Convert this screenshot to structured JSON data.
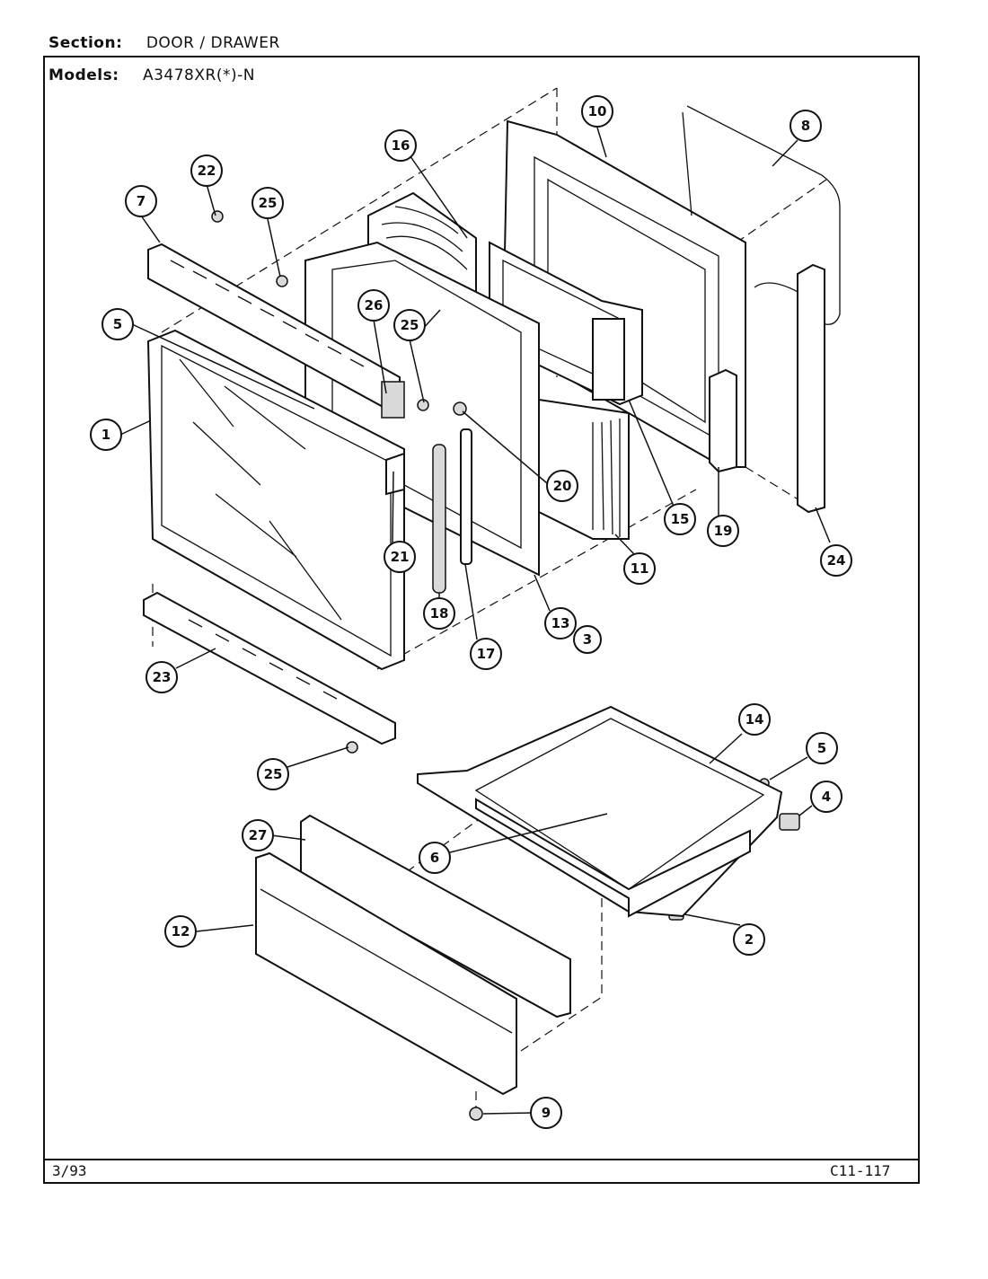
{
  "header": {
    "section_label": "Section:",
    "section_value": "DOOR / DRAWER",
    "models_label": "Models:",
    "models_value": "A3478XR(*)-N"
  },
  "footer": {
    "date": "3/93",
    "code": "C11-117"
  },
  "callouts": {
    "c1": "1",
    "c2": "2",
    "c3": "3",
    "c4": "4",
    "c5a": "5",
    "c5b": "5",
    "c6": "6",
    "c7": "7",
    "c8": "8",
    "c9": "9",
    "c10": "10",
    "c11": "11",
    "c12": "12",
    "c13": "13",
    "c14": "14",
    "c15": "15",
    "c16": "16",
    "c17": "17",
    "c18": "18",
    "c19": "19",
    "c20": "20",
    "c21": "21",
    "c22": "22",
    "c23": "23",
    "c24": "24",
    "c25a": "25",
    "c25b": "25",
    "c25c": "25",
    "c26": "26",
    "c27": "27"
  }
}
